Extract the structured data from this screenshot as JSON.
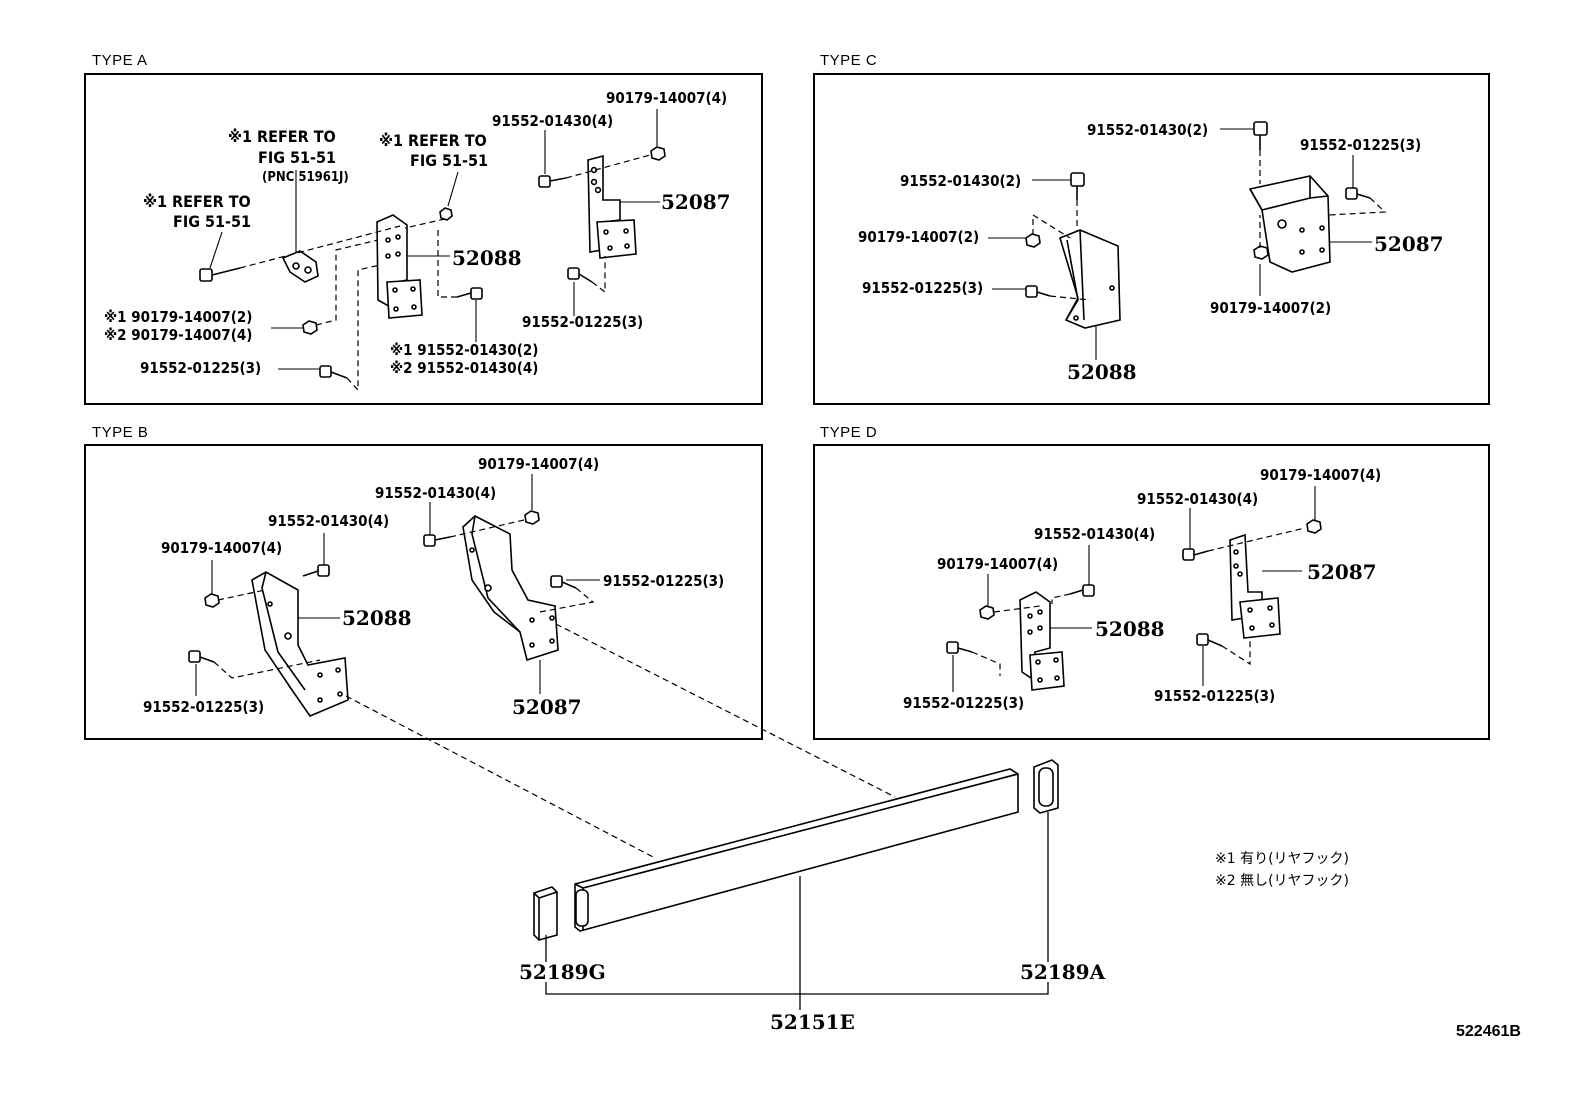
{
  "panels": {
    "a": {
      "title": "TYPE A"
    },
    "b": {
      "title": "TYPE B"
    },
    "c": {
      "title": "TYPE C"
    },
    "d": {
      "title": "TYPE D"
    }
  },
  "type_a": {
    "refer_1": [
      "※1 REFER TO",
      "FIG 51-51",
      "(PNC 51961J)"
    ],
    "refer_2": [
      "※1 REFER TO",
      "FIG 51-51"
    ],
    "refer_3": [
      "※1 REFER TO",
      "FIG 51-51"
    ],
    "nut_top": "90179-14007(4)",
    "bolt_top": "91552-01430(4)",
    "p52087": "52087",
    "p52088": "52088",
    "nut_left_1": "※1 90179-14007(2)",
    "nut_left_2": "※2 90179-14007(4)",
    "bolt_mid_1": "※1 91552-01430(2)",
    "bolt_mid_2": "※2 91552-01430(4)",
    "bolt_low_left": "91552-01225(3)",
    "bolt_low_right": "91552-01225(3)"
  },
  "type_b": {
    "nut_top": "90179-14007(4)",
    "bolt_top": "91552-01430(4)",
    "bolt_left": "91552-01430(4)",
    "nut_left": "90179-14007(4)",
    "p52088": "52088",
    "bolt_right_low": "91552-01225(3)",
    "bolt_left_low": "91552-01225(3)",
    "p52087": "52087"
  },
  "type_c": {
    "bolt_top": "91552-01430(2)",
    "bolt_right": "91552-01225(3)",
    "bolt_left": "91552-01430(2)",
    "nut_left": "90179-14007(2)",
    "bolt_left_low": "91552-01225(3)",
    "p52087": "52087",
    "nut_right": "90179-14007(2)",
    "p52088": "52088"
  },
  "type_d": {
    "nut_top": "90179-14007(4)",
    "bolt_top": "91552-01430(4)",
    "bolt_mid": "91552-01430(4)",
    "nut_left": "90179-14007(4)",
    "p52087": "52087",
    "p52088": "52088",
    "bolt_left_low": "91552-01225(3)",
    "bolt_right_low": "91552-01225(3)"
  },
  "crossmember": {
    "cap_left": "52189G",
    "cap_right": "52189A",
    "assembly": "52151E"
  },
  "legend": {
    "line1": "※1 有り(リヤフック)",
    "line2": "※2 無し(リヤフック)"
  },
  "doc_id": "522461B"
}
